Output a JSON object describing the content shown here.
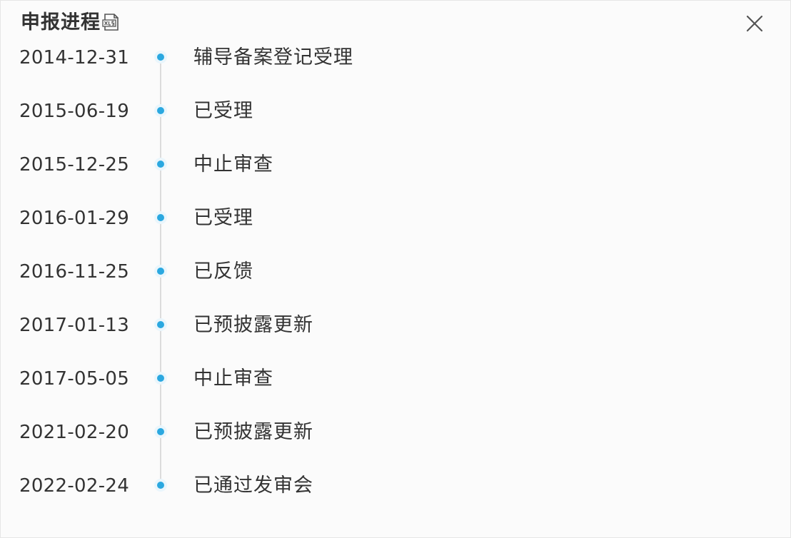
{
  "dialog": {
    "title": "申报进程",
    "export_icon": "excel-export-icon",
    "close_icon": "close-icon"
  },
  "timeline": [
    {
      "date": "2014-12-31",
      "status": "辅导备案登记受理"
    },
    {
      "date": "2015-06-19",
      "status": "已受理"
    },
    {
      "date": "2015-12-25",
      "status": "中止审查"
    },
    {
      "date": "2016-01-29",
      "status": "已受理"
    },
    {
      "date": "2016-11-25",
      "status": "已反馈"
    },
    {
      "date": "2017-01-13",
      "status": "已预披露更新"
    },
    {
      "date": "2017-05-05",
      "status": "中止审查"
    },
    {
      "date": "2021-02-20",
      "status": "已预披露更新"
    },
    {
      "date": "2022-02-24",
      "status": "已通过发审会"
    }
  ],
  "colors": {
    "dot": "#2ba8e0",
    "dot_halo": "#eaf6fc",
    "line": "#dcdcdc",
    "text": "#333333"
  }
}
